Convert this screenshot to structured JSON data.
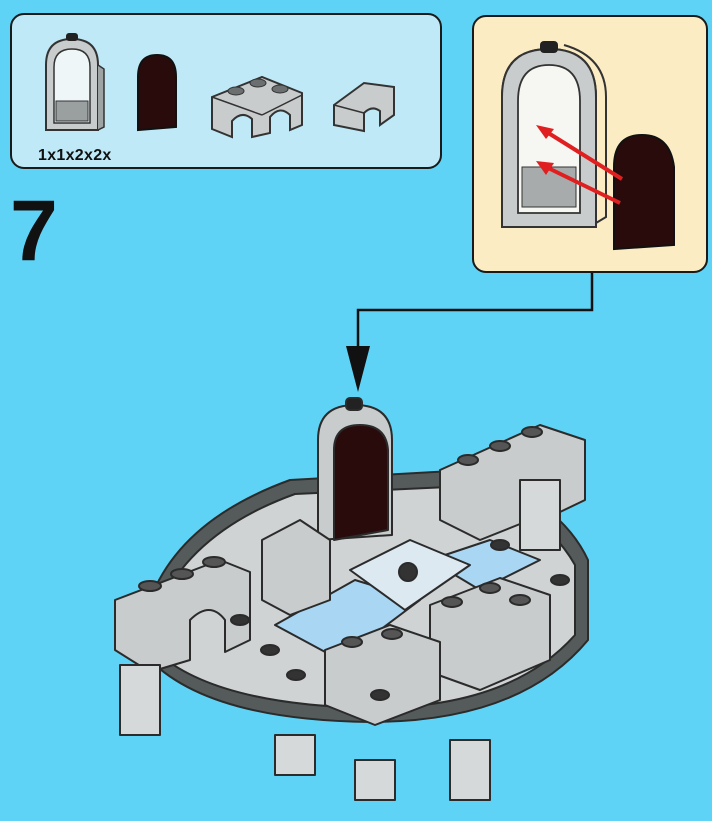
{
  "instruction": {
    "step_number": "7",
    "parts_quantities": "1x1x2x2x"
  },
  "parts": [
    {
      "name": "window-frame-arch",
      "qty": 1
    },
    {
      "name": "door-dark-arch",
      "qty": 1
    },
    {
      "name": "brick-arch-1x4",
      "qty": 2
    },
    {
      "name": "brick-arch-1x3-curved",
      "qty": 2
    }
  ],
  "colors": {
    "background": "#5fd3f5",
    "parts_panel": "#bfe9f7",
    "callout_panel": "#fbecc4",
    "brick_grey": "#c9cccc",
    "dark_brown": "#2a0b0b",
    "arrow_red": "#e02020",
    "trans_blue": "#a9d6f2"
  }
}
